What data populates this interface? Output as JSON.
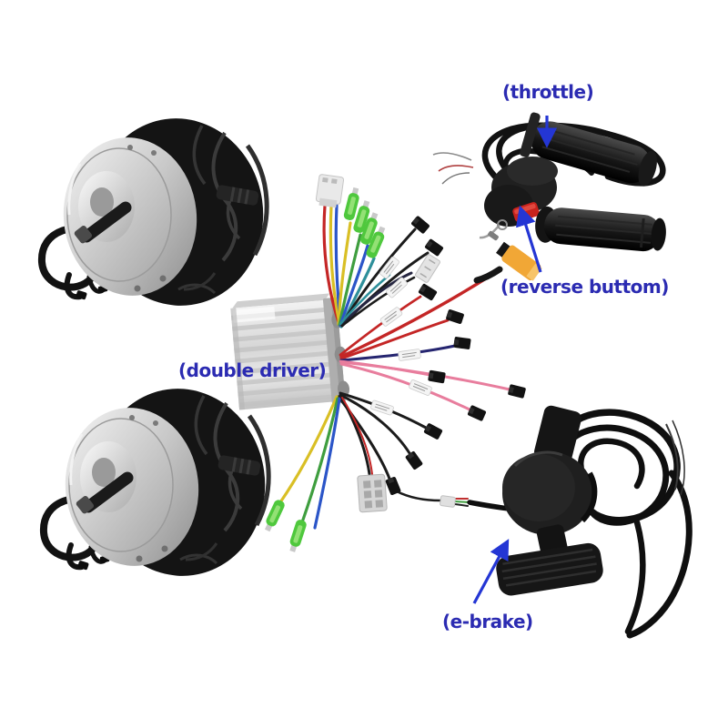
{
  "scene": {
    "description": "Electric scooter dual hub-motor conversion kit product photo",
    "background": "#ffffff"
  },
  "labels": {
    "throttle": "(throttle)",
    "reverse_button": "(reverse buttom)",
    "double_driver": "(double driver)",
    "e_brake": "(e-brake)"
  },
  "colors": {
    "label_text": "#2b2bb2",
    "arrow_blue": "#2436d4",
    "reverse_button_red": "#c8231d",
    "xt60_orange": "#f1a736",
    "green_bullet_connector": "#4fc83d",
    "controller_silver": "#d6d6d6",
    "wire_red": "#c42626",
    "wire_yellow": "#d9bf25",
    "wire_green": "#3f9e3f",
    "wire_blue": "#2b55c8",
    "wire_teal": "#2e8f9a",
    "wire_pink": "#e87d9d",
    "wire_black": "#1b1b1b",
    "tire_black": "#141414",
    "hub_silver": "#c9c9c9"
  },
  "components": {
    "wheel_top": "hub motor wheel with tire",
    "wheel_bottom": "hub motor wheel with tire",
    "controller": "dual-drive brushless motor controller",
    "harness": "controller wiring harness with connectors",
    "throttle": "twist throttle with reverse button",
    "left_grip": "handlebar grip",
    "xt60": "XT60 power connector",
    "e_brake": "thumb e-brake lever with coiled cable"
  }
}
